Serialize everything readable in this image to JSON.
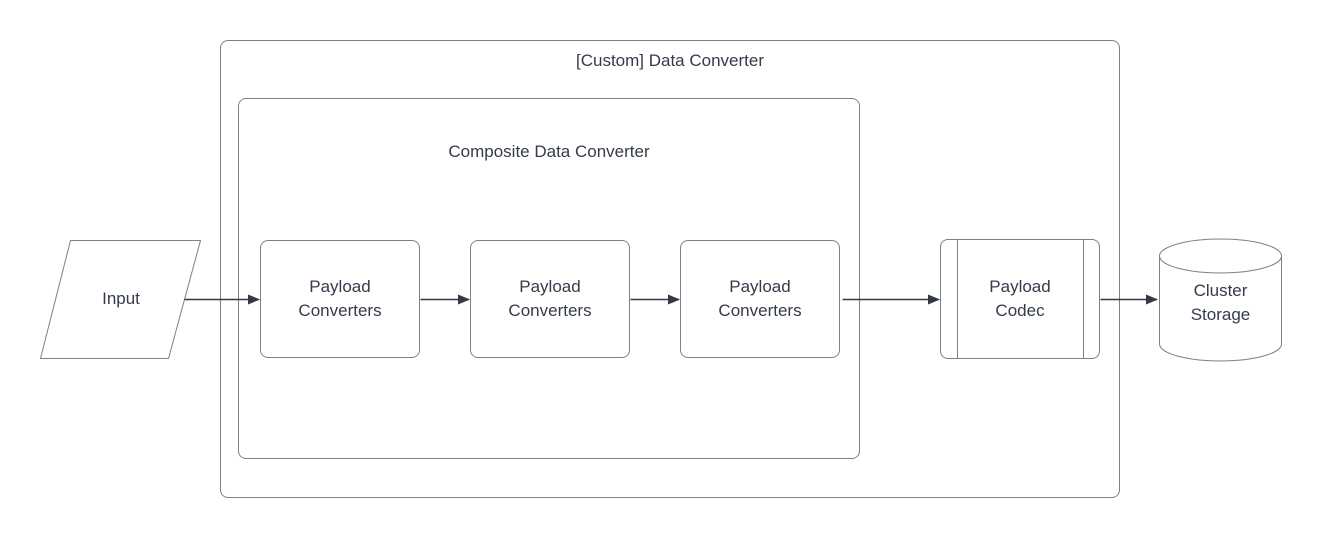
{
  "colors": {
    "background": "#ffffff",
    "shape_border": "#7b818b",
    "text": "#343b49",
    "arrow": "#333944"
  },
  "diagram": {
    "outer_container": {
      "title": "[Custom] Data Converter"
    },
    "inner_container": {
      "title": "Composite Data Converter"
    },
    "input_node": {
      "label": "Input",
      "shape": "parallelogram"
    },
    "payload_converters": [
      {
        "label": "Payload\nConverters"
      },
      {
        "label": "Payload\nConverters"
      },
      {
        "label": "Payload\nConverters"
      }
    ],
    "payload_codec": {
      "label": "Payload\nCodec",
      "shape": "predefined-process"
    },
    "cluster_storage": {
      "label": "Cluster\nStorage",
      "shape": "cylinder"
    }
  }
}
